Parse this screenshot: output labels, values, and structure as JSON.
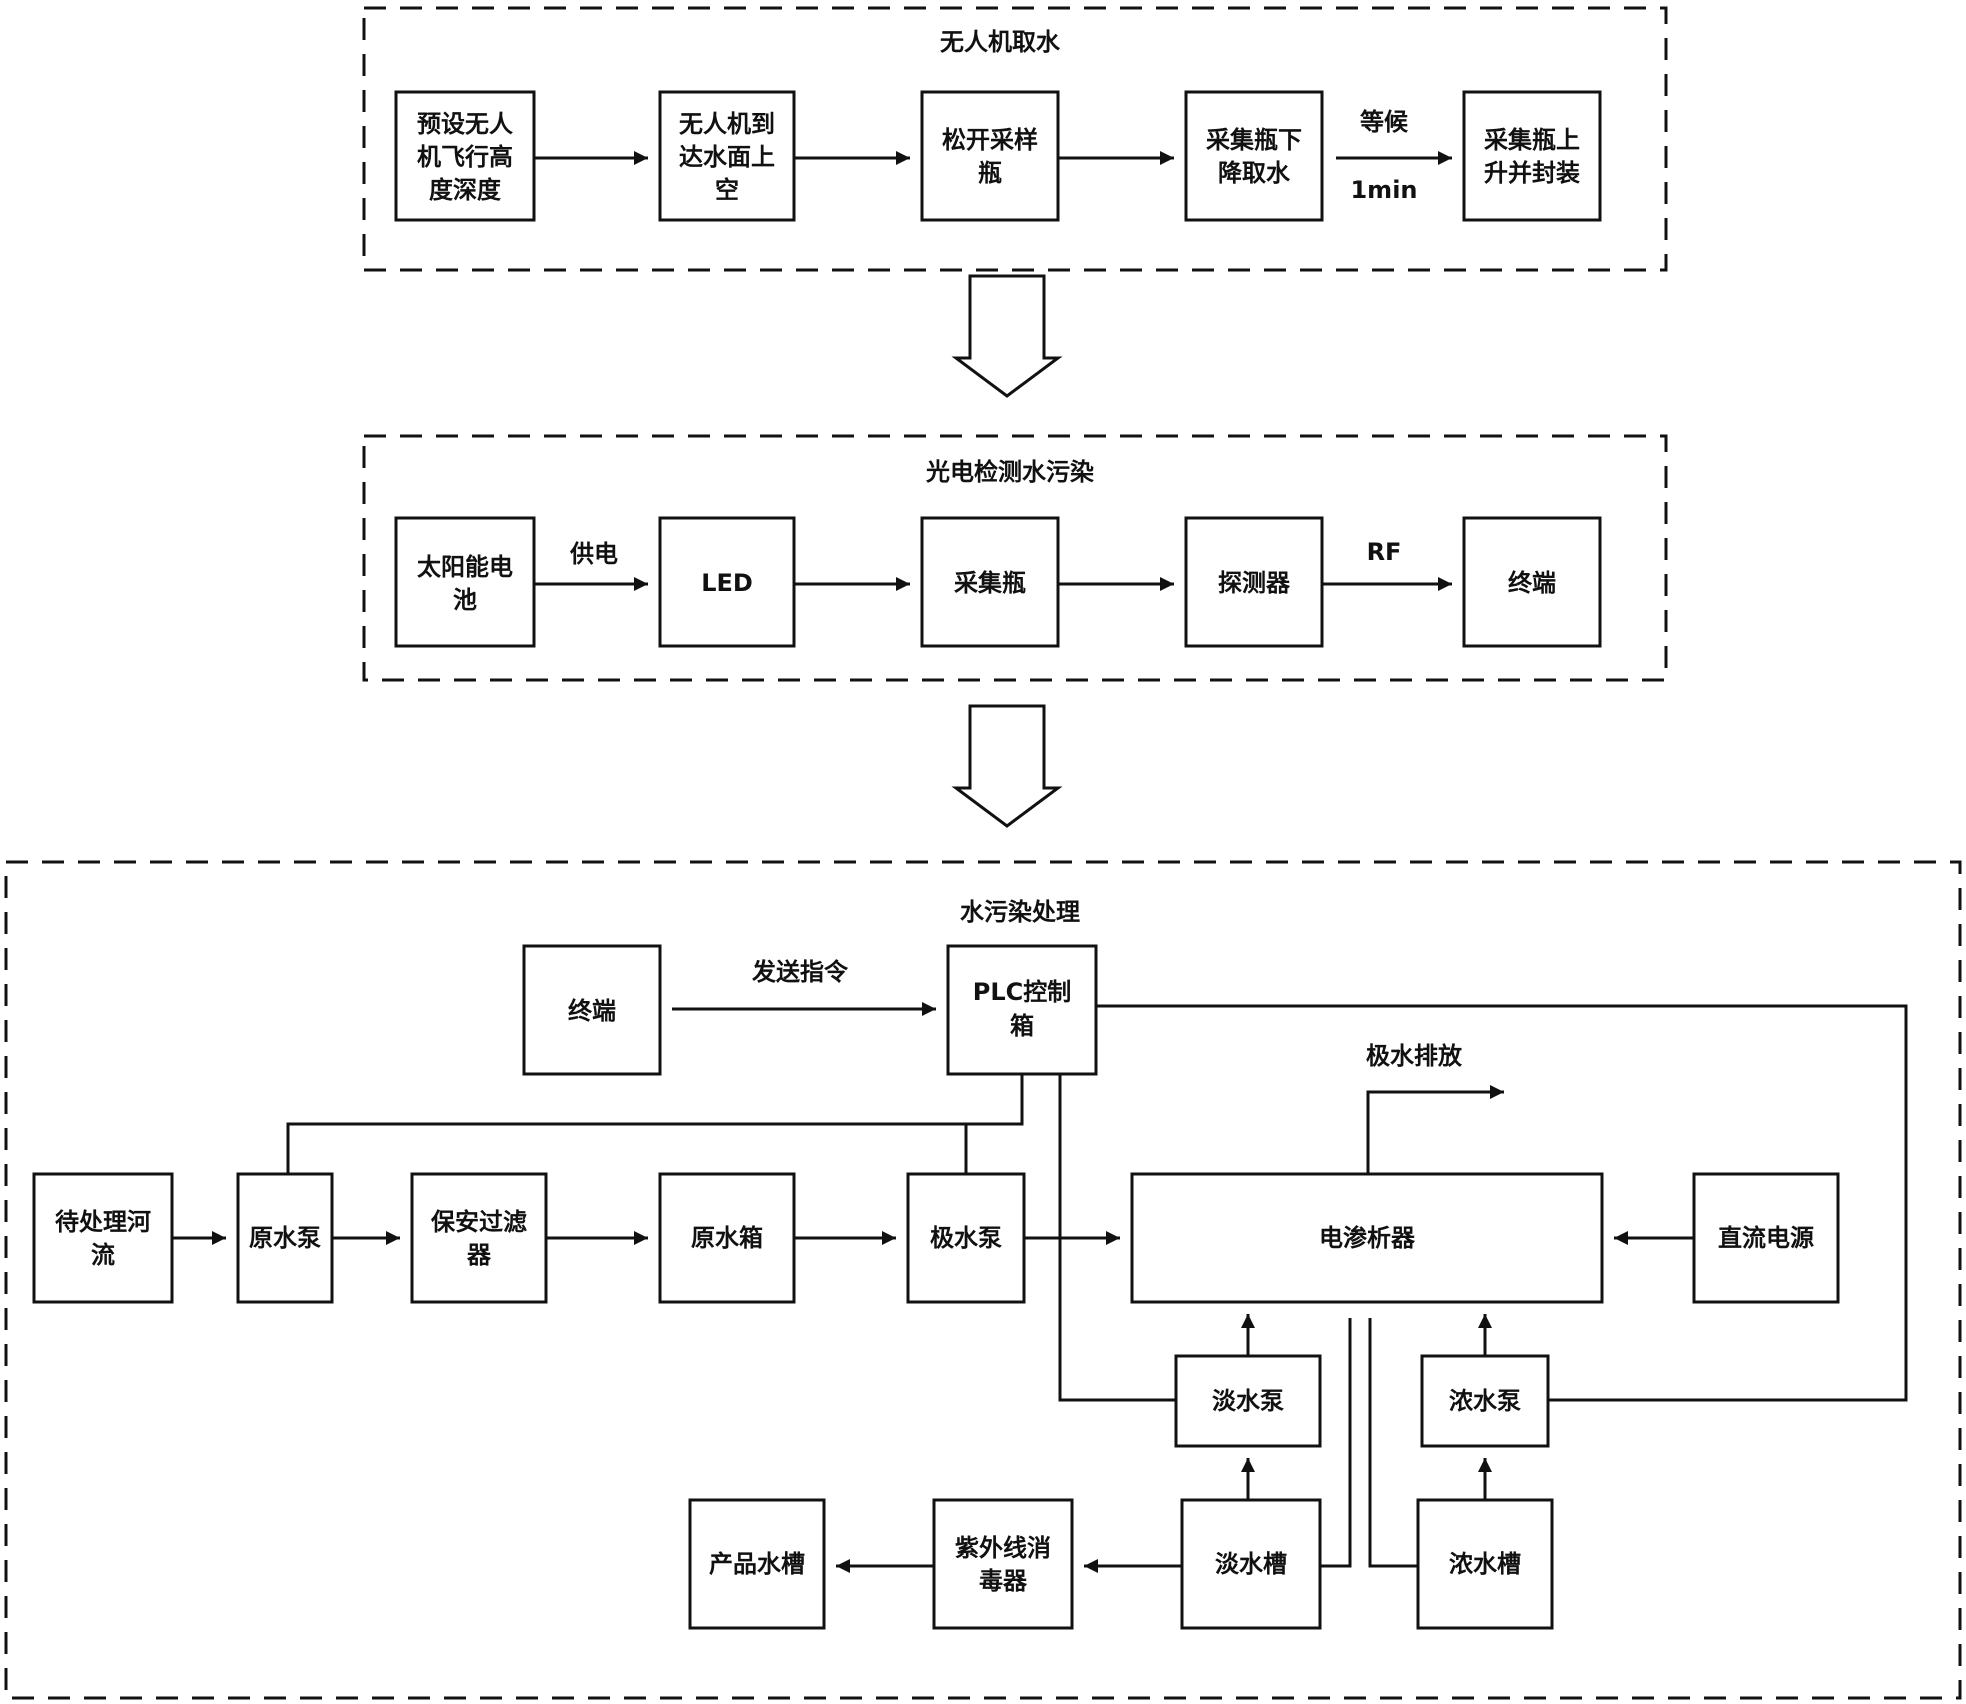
{
  "sections": {
    "drone": {
      "title": "无人机取水"
    },
    "detect": {
      "title": "光电检测水污染"
    },
    "treat": {
      "title": "水污染处理"
    }
  },
  "drone_boxes": {
    "preset": [
      "预设无人",
      "机飞行高",
      "度深度"
    ],
    "arrive": [
      "无人机到",
      "达水面上",
      "空"
    ],
    "release": [
      "松开采样",
      "瓶"
    ],
    "lower": [
      "采集瓶下",
      "降取水"
    ],
    "raise": [
      "采集瓶上",
      "升并封装"
    ]
  },
  "drone_labels": {
    "wait": "等候",
    "time": "1min"
  },
  "detect_boxes": {
    "solar": [
      "太阳能电",
      "池"
    ],
    "led": "LED",
    "bottle": "采集瓶",
    "detector": "探测器",
    "terminal": "终端"
  },
  "detect_labels": {
    "power": "供电",
    "rf": "RF"
  },
  "treat_boxes": {
    "terminal": "终端",
    "plc": [
      "PLC控制",
      "箱"
    ],
    "river": [
      "待处理河",
      "流"
    ],
    "raw_pump": "原水泵",
    "filter": [
      "保安过滤",
      "器"
    ],
    "raw_tank": "原水箱",
    "electrode_pump": "极水泵",
    "edr": "电渗析器",
    "dc_power": "直流电源",
    "dilute_pump": "淡水泵",
    "conc_pump": "浓水泵",
    "product_tank": "产品水槽",
    "uv": [
      "紫外线消",
      "毒器"
    ],
    "dilute_tank": "淡水槽",
    "conc_tank": "浓水槽"
  },
  "treat_labels": {
    "send_cmd": "发送指令",
    "discharge": "极水排放"
  }
}
